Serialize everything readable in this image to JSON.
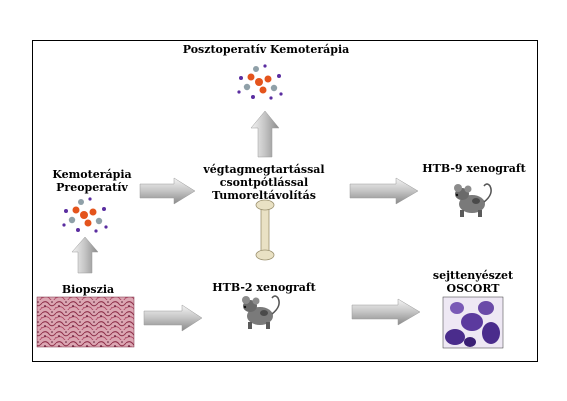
{
  "labels": {
    "biopsy": "Biopszia",
    "preop_line1": "Preoperatív",
    "preop_line2": "Kemoterápia",
    "tumor_line1": "Tumoreltávolítás",
    "tumor_line2": "csontpótlással",
    "tumor_line3": "végtagmegtartással",
    "postop": "Posztoperatív Kemoterápia",
    "htb2": "HTB-2 xenograft",
    "htb9": "HTB-9 xenograft",
    "oscort_line1": "OSCORT",
    "oscort_line2": "sejttenyészet"
  },
  "colors": {
    "arrow": "#c9c9c9",
    "molecule_orange": "#e4541c",
    "molecule_gray": "#8fa0a8",
    "molecule_purple": "#5a2da0",
    "tissue_bg": "#d9a3ae",
    "tissue_dark": "#8e2f4a",
    "cells_bg": "#eee8f4",
    "cells_dark": "#4a2c8c",
    "bone": "#e9e1c4",
    "mouse_gray": "#777777"
  },
  "icons": [
    "tissue-histology-image",
    "molecule-cluster-icon",
    "bone-icon",
    "mouse-icon",
    "cell-culture-image",
    "right-arrow",
    "up-arrow"
  ]
}
